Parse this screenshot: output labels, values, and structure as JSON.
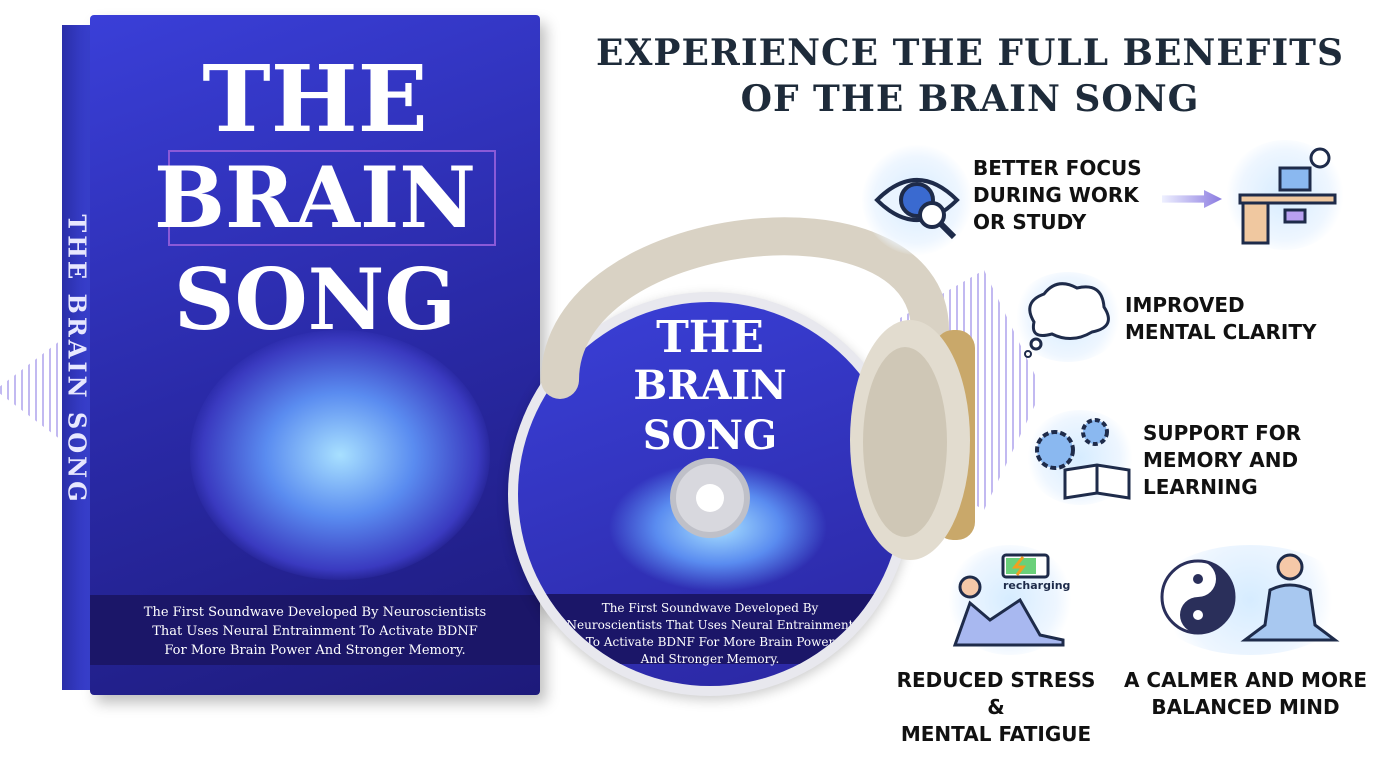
{
  "headline": {
    "line1": "EXPERIENCE THE FULL BENEFITS",
    "line2": "OF THE BRAIN SONG"
  },
  "book": {
    "spine": "THE BRAIN SONG",
    "title1": "THE",
    "title2": "BRAIN",
    "title3": "SONG",
    "tagline": [
      "The First Soundwave Developed By Neuroscientists",
      "That Uses Neural Entrainment To Activate BDNF",
      "For More Brain Power And Stronger Memory."
    ]
  },
  "disc": {
    "title1": "THE",
    "title2": "BRAIN",
    "title3": "SONG",
    "tagline": [
      "The First Soundwave Developed By",
      "Neuroscientists That Uses Neural Entrainment",
      "To Activate BDNF For More Brain Power",
      "And Stronger Memory."
    ]
  },
  "benefits": [
    {
      "icon": "eye-magnifier-icon",
      "lines": [
        "BETTER FOCUS",
        "DURING WORK",
        "OR STUDY"
      ]
    },
    {
      "icon": "thought-cloud-icon",
      "lines": [
        "IMPROVED",
        "MENTAL CLARITY"
      ]
    },
    {
      "icon": "gears-book-icon",
      "lines": [
        "SUPPORT FOR",
        "MEMORY AND",
        "LEARNING"
      ]
    },
    {
      "icon": "reclining-person-battery-icon",
      "badge": "recharging",
      "lines": [
        "REDUCED STRESS &",
        "MENTAL FATIGUE"
      ]
    },
    {
      "icon": "yin-yang-meditation-icon",
      "lines": [
        "A CALMER AND MORE",
        "BALANCED MIND"
      ]
    }
  ],
  "colors": {
    "book": "#2f33c0",
    "band": "#1b1668",
    "headline": "#1e2b3a",
    "headphones": "#d9d2c4",
    "gold": "#c9a86a"
  }
}
